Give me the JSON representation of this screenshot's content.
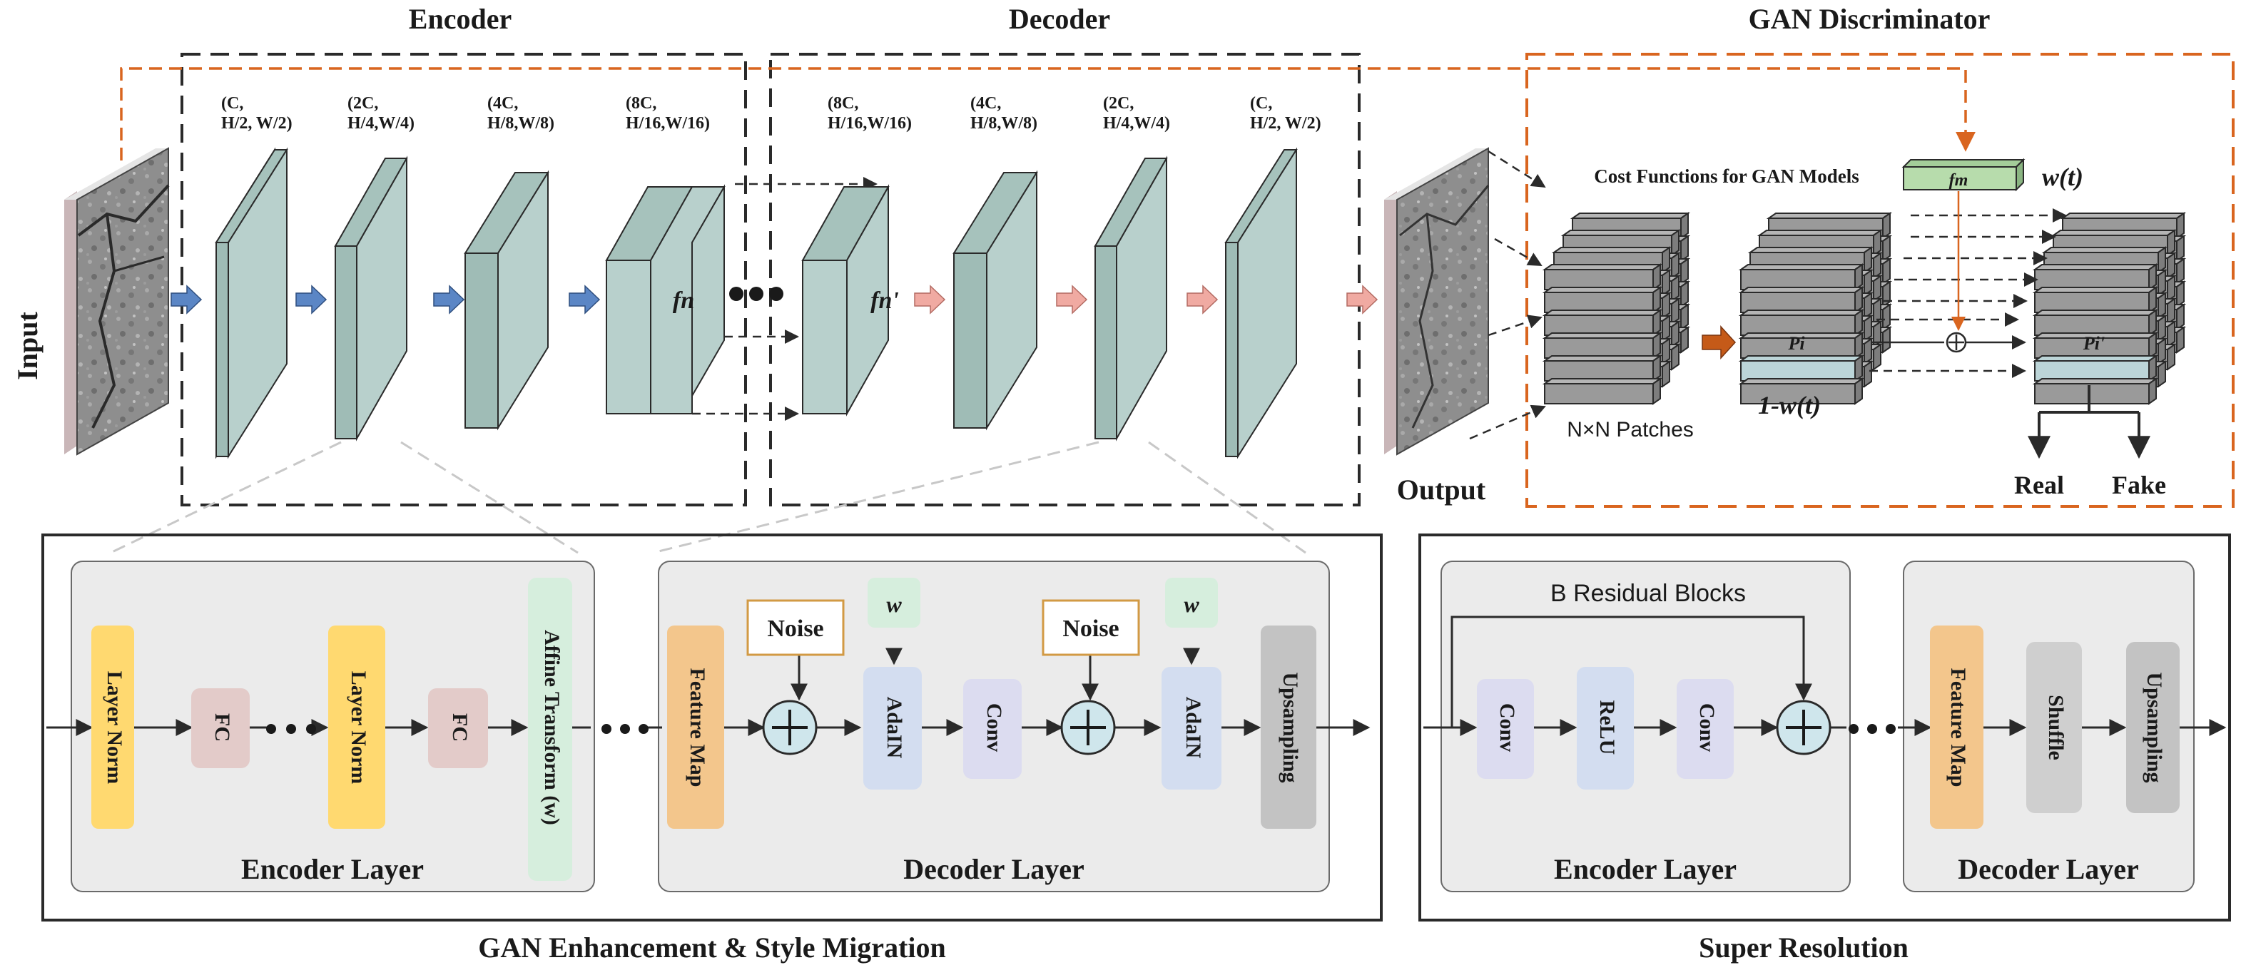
{
  "sections": {
    "encoder": "Encoder",
    "decoder": "Decoder",
    "gan_discriminator": "GAN Discriminator",
    "input": "Input",
    "output": "Output"
  },
  "encoder_dims": [
    [
      "(C,",
      "H/2, W/2)"
    ],
    [
      "(2C,",
      "H/4,W/4)"
    ],
    [
      "(4C,",
      "H/8,W/8)"
    ],
    [
      "(8C,",
      "H/16,W/16)"
    ]
  ],
  "decoder_dims": [
    [
      "(8C,",
      "H/16,W/16)"
    ],
    [
      "(4C,",
      "H/8,W/8)"
    ],
    [
      "(2C,",
      "H/4,W/4)"
    ],
    [
      "(C,",
      "H/2, W/2)"
    ]
  ],
  "feature_labels": {
    "fn": "fn",
    "fn_prime": "fn'"
  },
  "discriminator": {
    "cost_functions": "Cost Functions for GAN Models",
    "fm": "fm",
    "w_t": "w(t)",
    "one_minus_w_t": "1-w(t)",
    "patches": "N×N Patches",
    "pi": "Pi",
    "pi_prime": "Pi'",
    "real": "Real",
    "fake": "Fake"
  },
  "bottom_left": {
    "title": "GAN Enhancement & Style Migration",
    "encoder_layer": {
      "title": "Encoder Layer",
      "layer_norm": "Layer Norm",
      "fc": "FC",
      "affine": "Affine Transform (w)"
    },
    "decoder_layer": {
      "title": "Decoder Layer",
      "feature_map": "Feature Map",
      "noise": "Noise",
      "w": "w",
      "adain": "AdaIN",
      "conv": "Conv",
      "upsampling": "Upsampling"
    }
  },
  "bottom_right": {
    "title": "Super Resolution",
    "encoder_layer": {
      "title": "Encoder Layer",
      "residual": "B Residual Blocks",
      "conv": "Conv",
      "relu": "ReLU"
    },
    "decoder_layer": {
      "title": "Decoder Layer",
      "feature_map": "Feature Map",
      "shuffle": "Shuffle",
      "upsampling": "Upsampling"
    }
  },
  "colors": {
    "slab_front": "#b8d0cc",
    "slab_top": "#a6c2bc",
    "slab_side": "#8fb0aa",
    "encoder_arrow": "#5b86c5",
    "decoder_arrow": "#f0aaa2",
    "disc_orange": "#d9651f",
    "layer_norm": "#ffd970",
    "fc": "#e3cbc9",
    "affine": "#d6eedd",
    "feature_map": "#f3c68c",
    "adain": "#d3ddf0",
    "conv": "#dcdcf0",
    "upsampling": "#c3c3c3",
    "noise_border": "#d29a44",
    "w_box": "#d6eedd",
    "relu": "#d3ddf0",
    "shuffle": "#cfcfcf",
    "panel_bg": "#ebebeb",
    "plus_fill": "#cfe6ec",
    "patch_gray": "#9a9a9a",
    "patch_highlight": "#bcd5d8"
  }
}
